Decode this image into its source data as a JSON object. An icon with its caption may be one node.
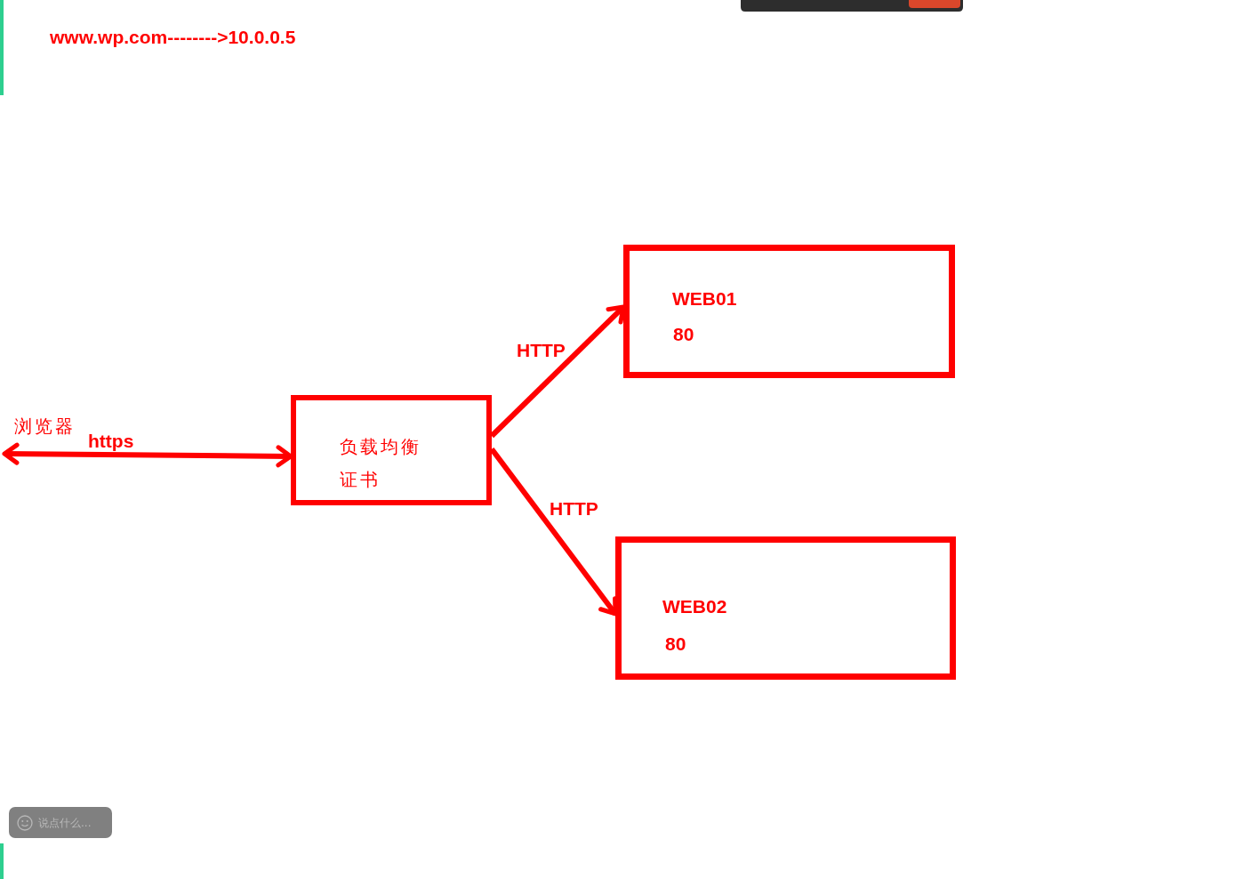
{
  "diagram": {
    "nodes": [
      {
        "text": [
          "浏览器"
        ]
      },
      {
        "text": [
          "负载均衡",
          "证书"
        ]
      },
      {
        "text": [
          "WEB01",
          "80"
        ]
      },
      {
        "text": [
          "WEB02",
          "80"
        ]
      }
    ],
    "edges": [
      {
        "from": 0,
        "to": 1,
        "arrow": "both",
        "label": "https"
      },
      {
        "from": 1,
        "to": 2,
        "arrow": "to",
        "label": "HTTP"
      },
      {
        "from": 1,
        "to": 3,
        "arrow": "to",
        "label": "HTTP"
      }
    ],
    "labels": [
      "www.wp.com-------->10.0.0.5",
      "说点什么..."
    ]
  }
}
